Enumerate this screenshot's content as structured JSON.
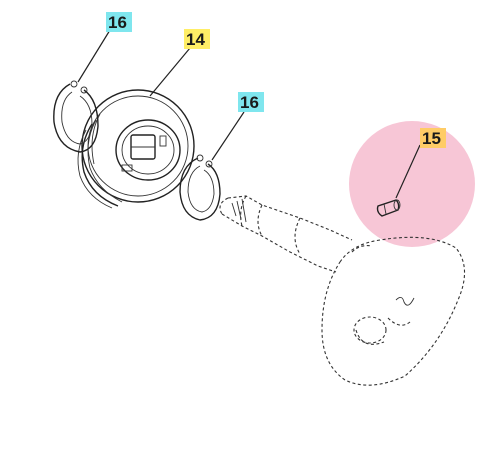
{
  "callouts": [
    {
      "id": "c16a",
      "label": "16",
      "highlight": "#7fe6ee"
    },
    {
      "id": "c14",
      "label": "14",
      "highlight": "#ffee66"
    },
    {
      "id": "c16b",
      "label": "16",
      "highlight": "#7fe6ee"
    },
    {
      "id": "c15",
      "label": "15",
      "highlight": "#ffcc66"
    }
  ],
  "focus_zone_color": "#f7c6d6"
}
